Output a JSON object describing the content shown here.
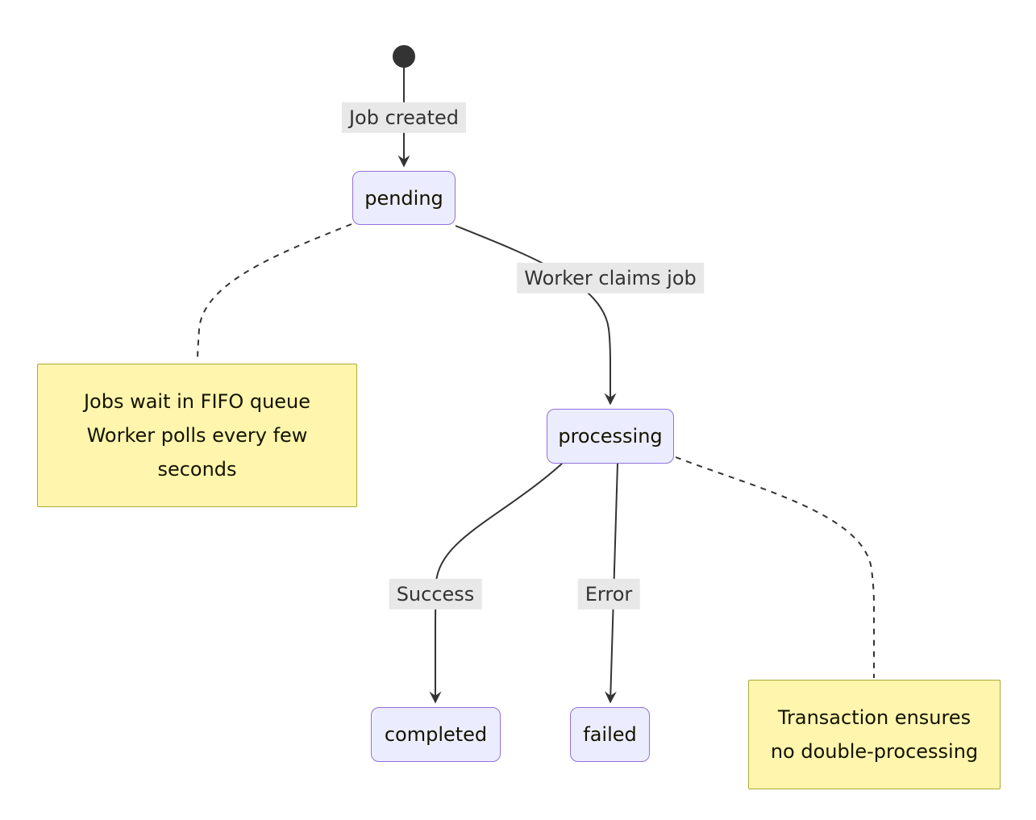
{
  "diagram": {
    "type": "state-diagram",
    "nodes": [
      {
        "id": "pending",
        "label": "pending"
      },
      {
        "id": "processing",
        "label": "processing"
      },
      {
        "id": "completed",
        "label": "completed"
      },
      {
        "id": "failed",
        "label": "failed"
      }
    ],
    "edges": [
      {
        "from": "start",
        "to": "pending",
        "label": "Job created",
        "style": "solid"
      },
      {
        "from": "pending",
        "to": "processing",
        "label": "Worker claims job",
        "style": "solid"
      },
      {
        "from": "processing",
        "to": "completed",
        "label": "Success",
        "style": "solid"
      },
      {
        "from": "processing",
        "to": "failed",
        "label": "Error",
        "style": "solid"
      },
      {
        "from": "pending",
        "to": "note-jobs-queue",
        "label": "",
        "style": "dashed"
      },
      {
        "from": "processing",
        "to": "note-transaction",
        "label": "",
        "style": "dashed"
      }
    ],
    "notes": [
      {
        "id": "note-jobs-queue",
        "attached_to": "pending",
        "lines": [
          "Jobs wait in FIFO queue",
          "Worker polls every few seconds"
        ]
      },
      {
        "id": "note-transaction",
        "attached_to": "processing",
        "lines": [
          "Transaction ensures",
          "no double-processing"
        ]
      }
    ],
    "colors": {
      "state_fill": "#ECECFF",
      "state_border": "#9370DB",
      "note_fill": "#FFF5AD",
      "note_border": "#AAAA33",
      "edge": "#333333",
      "edge_label_bg": "#E8E8E8",
      "text": "#131300"
    }
  }
}
